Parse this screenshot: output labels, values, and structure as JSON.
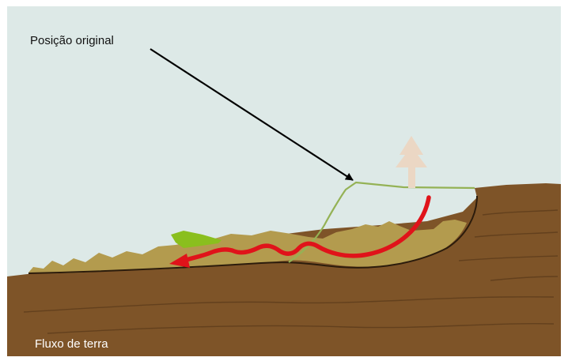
{
  "labels": {
    "original_position": "Posição original",
    "caption": "Fluxo de terra"
  },
  "colors": {
    "sky": "#dde9e7",
    "ground": "#7e5428",
    "ground_dark": "#6a4520",
    "slumped_earth": "#b39b4e",
    "outline": "#94b255",
    "flow_arrow": "#e0131a",
    "green_arrow": "#8abf1e",
    "ghost_tree": "#ebd7c4",
    "pointer": "#000000",
    "caption_text": "#ffffff"
  },
  "icons": {
    "pointer": "black-pointer-arrow",
    "flow": "red-flow-arrow",
    "displaced_vegetation": "green-arrow-icon",
    "original_tree": "ghost-tree-icon"
  }
}
